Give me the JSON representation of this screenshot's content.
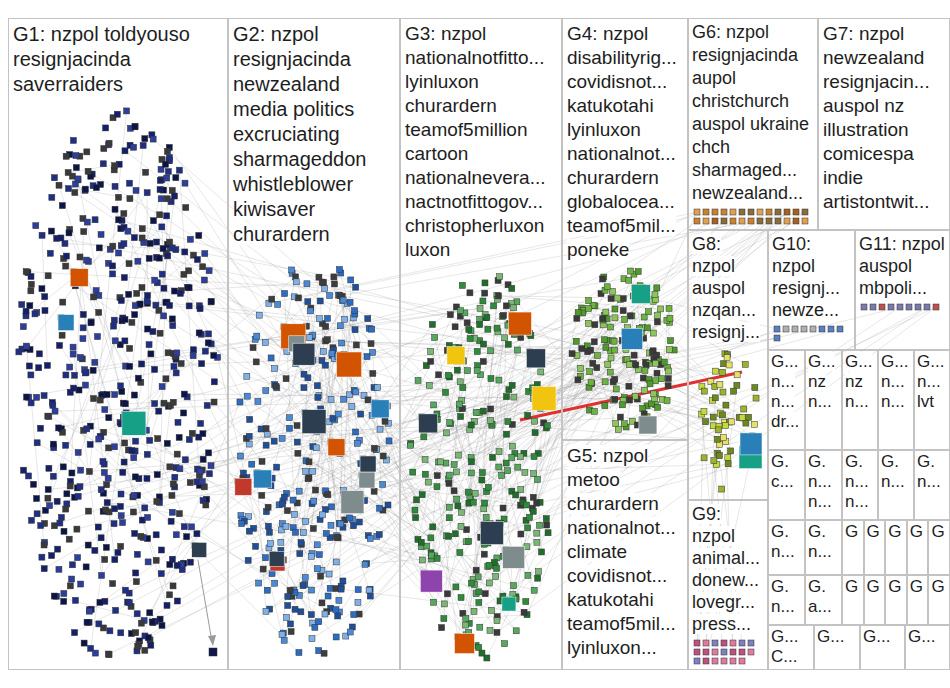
{
  "diagram": {
    "nodes": [
      {
        "text": [
          "G1: nzpol toldyouso resignjacinda saverraiders"
        ]
      },
      {
        "text": [
          "G2: nzpol resignjacinda newzealand media politics excruciating sharmageddon whistleblower kiwisaver churardern"
        ]
      },
      {
        "text": [
          "G3: nzpol nationalnotfitto... lyinluxon churardern teamof5million cartoon nationalnevera... nactnotfittogov... christopherluxon luxon"
        ]
      },
      {
        "text": [
          "G4: nzpol disabilityrig... covidisnot... katukotahi lyinluxon nationalnot... churardern globalocea... teamof5mil... poneke"
        ]
      },
      {
        "text": [
          "G6: nzpol resignjacinda aupol christchurch auspol ukraine chch sharmaged... newzealand..."
        ]
      },
      {
        "text": [
          "G7: nzpol newzealand resignjacin... auspol nz illustration comicespa indie artistontwit..."
        ]
      },
      {
        "text": [
          "G8: nzpol auspol nzqan... resignj..."
        ]
      },
      {
        "text": [
          "G10: nzpol resignj... newze..."
        ]
      },
      {
        "text": [
          "G11: nzpol auspol mbpoli..."
        ]
      },
      {
        "text": [
          "G... n... n... dr..."
        ]
      },
      {
        "text": [
          "G... nz n..."
        ]
      },
      {
        "text": [
          "G... nz n..."
        ]
      },
      {
        "text": [
          "G... n... n..."
        ]
      },
      {
        "text": [
          "G... n... lvt"
        ]
      },
      {
        "text": [
          "G. c..."
        ]
      },
      {
        "text": [
          "G. n... n..."
        ]
      },
      {
        "text": [
          "G. n... n..."
        ]
      },
      {
        "text": [
          "G. n..."
        ]
      },
      {
        "text": [
          "G. n..."
        ]
      },
      {
        "text": [
          "G. n..."
        ]
      },
      {
        "text": [
          "G. n..."
        ]
      },
      {
        "text": [
          "G"
        ]
      },
      {
        "text": [
          "G"
        ]
      },
      {
        "text": [
          "G"
        ]
      },
      {
        "text": [
          "G"
        ]
      },
      {
        "text": [
          "G"
        ]
      },
      {
        "text": [
          "G. n..."
        ]
      },
      {
        "text": [
          "G. a..."
        ]
      },
      {
        "text": [
          "G"
        ]
      },
      {
        "text": [
          "G"
        ]
      },
      {
        "text": [
          "G"
        ]
      },
      {
        "text": [
          "G"
        ]
      },
      {
        "text": [
          "G"
        ]
      },
      {
        "text": [
          "G... C..."
        ]
      },
      {
        "text": [
          "G..."
        ]
      },
      {
        "text": [
          "G..."
        ]
      },
      {
        "text": [
          "G..."
        ]
      },
      {
        "text": [
          "G5: nzpol metoo churardern nationalnot... climate covidisnot... katukotahi teamof5mil... lyinluxon..."
        ]
      },
      {
        "text": [
          "G9: nzpol animal... donew... lovegr... press..."
        ]
      }
    ]
  }
}
